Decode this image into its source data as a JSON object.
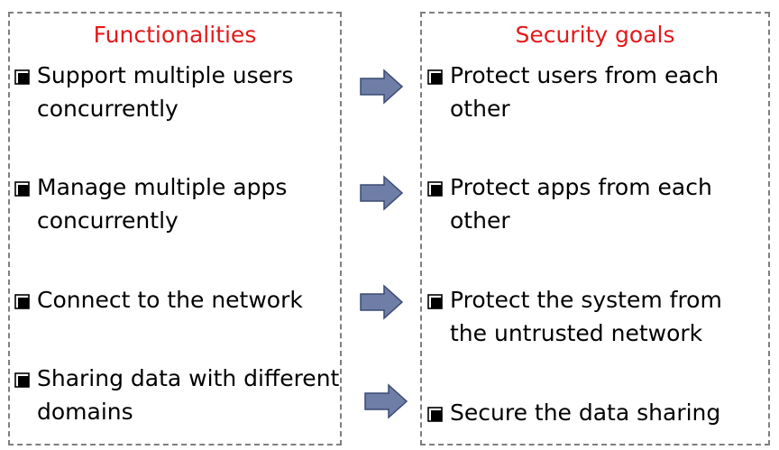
{
  "left": {
    "title": "Functionalities",
    "items": [
      {
        "lines": [
          "Support multiple users",
          "concurrently"
        ]
      },
      {
        "lines": [
          "Manage multiple apps",
          "concurrently"
        ]
      },
      {
        "lines": [
          "Connect to the network"
        ]
      },
      {
        "lines": [
          "Sharing data with different",
          "domains"
        ]
      }
    ]
  },
  "right": {
    "title": "Security goals",
    "items": [
      {
        "lines": [
          "Protect users from each",
          "other"
        ]
      },
      {
        "lines": [
          "Protect apps from each",
          "other"
        ]
      },
      {
        "lines": [
          "Protect the system from",
          "the untrusted network"
        ]
      },
      {
        "lines": [
          "Secure the data sharing"
        ]
      }
    ]
  },
  "colors": {
    "title": "#e31a1a",
    "border": "#7f7f7f",
    "arrow_fill": "#6f7ea6",
    "arrow_stroke": "#3c4a73"
  }
}
